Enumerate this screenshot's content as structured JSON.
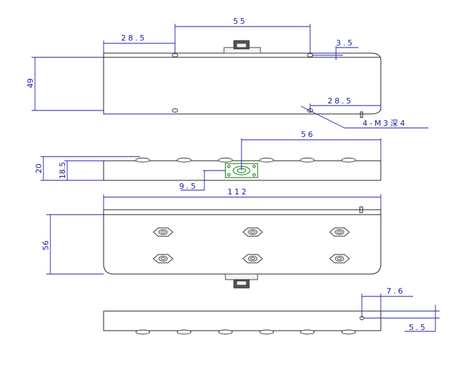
{
  "dimensions": {
    "top_left_offset": "28.5",
    "top_spacing": "55",
    "top_right_offset": "3.5",
    "top_height": "49",
    "bottom_right_offset": "28.5",
    "hole_callout": "4-M3深4",
    "side_height_total": "20",
    "side_height_inner": "18.5",
    "connector_offset": "9.5",
    "connector_width": "56",
    "total_length": "112",
    "bottom_width": "56",
    "end_offset_x": "7.6",
    "end_offset_y": "5.5"
  },
  "colors": {
    "dimension": "#1a1aa0",
    "outline": "#222222",
    "connector": "#2e8b2e"
  }
}
